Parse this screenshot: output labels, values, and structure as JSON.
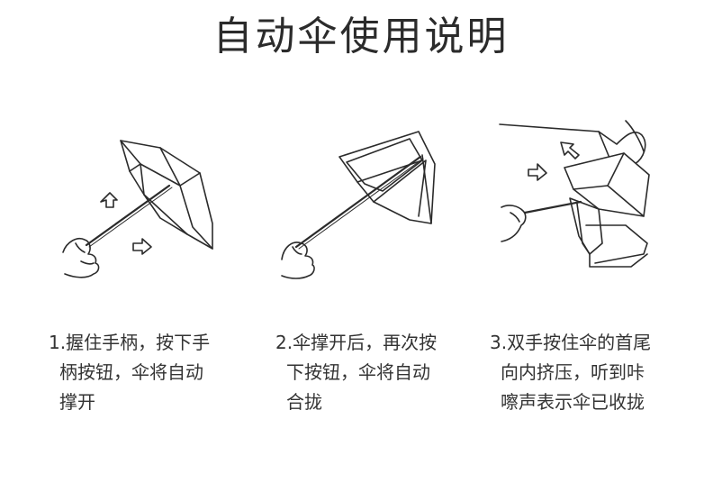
{
  "title": "自动伞使用说明",
  "steps": [
    {
      "lines": [
        "1.握住手柄，按下手",
        "柄按钮，伞将自动",
        "撑开"
      ]
    },
    {
      "lines": [
        "2.伞撑开后，再次按",
        "下按钮，伞将自动",
        "合拢"
      ]
    },
    {
      "lines": [
        "3.双手按住伞的首尾",
        "向内挤压，听到咔",
        "嚓声表示伞已收拢"
      ]
    }
  ],
  "icons": [
    "open-umbrella-illustration",
    "closing-umbrella-illustration",
    "fold-umbrella-illustration",
    "hand-icon",
    "arrow-icon"
  ],
  "colors": {
    "text": "#333333",
    "line": "#2b2b2b",
    "background": "#ffffff"
  }
}
